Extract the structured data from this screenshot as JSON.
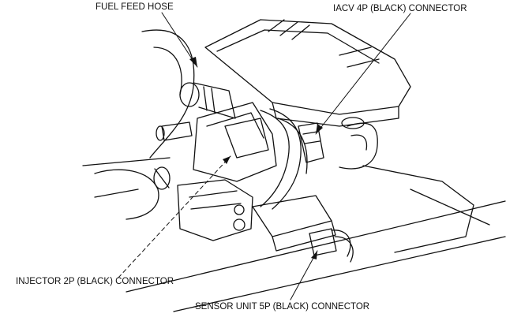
{
  "labels": {
    "fuel_feed_hose": "FUEL FEED HOSE",
    "iacv_connector": "IACV 4P (BLACK) CONNECTOR",
    "injector_connector": "INJECTOR 2P (BLACK) CONNECTOR",
    "sensor_unit_connector": "SENSOR UNIT 5P (BLACK) CONNECTOR"
  },
  "colors": {
    "line": "#111111",
    "background": "#ffffff"
  }
}
